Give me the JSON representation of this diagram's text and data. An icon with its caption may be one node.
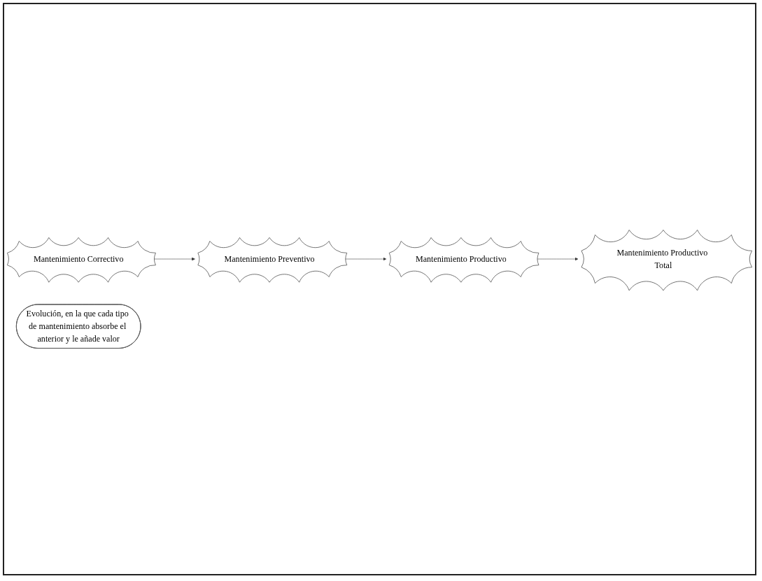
{
  "diagram": {
    "nodes": [
      {
        "text": [
          "Mantenimiento Correctivo"
        ]
      },
      {
        "text": [
          "Mantenimiento Preventivo"
        ]
      },
      {
        "text": [
          "Evolución, en la que cada tipo de mantenimiento absorbe el anterior y le añade valor"
        ]
      },
      {
        "text": [
          "Mantenimiento Productivo Total"
        ]
      },
      {
        "text": [
          "Mantenimiento Productivo"
        ]
      }
    ],
    "edges": [
      {
        "from": 0,
        "to": 1,
        "arrow": "to"
      },
      {
        "from": 1,
        "to": 4,
        "arrow": "to"
      },
      {
        "from": 4,
        "to": 3,
        "arrow": "to"
      }
    ]
  }
}
